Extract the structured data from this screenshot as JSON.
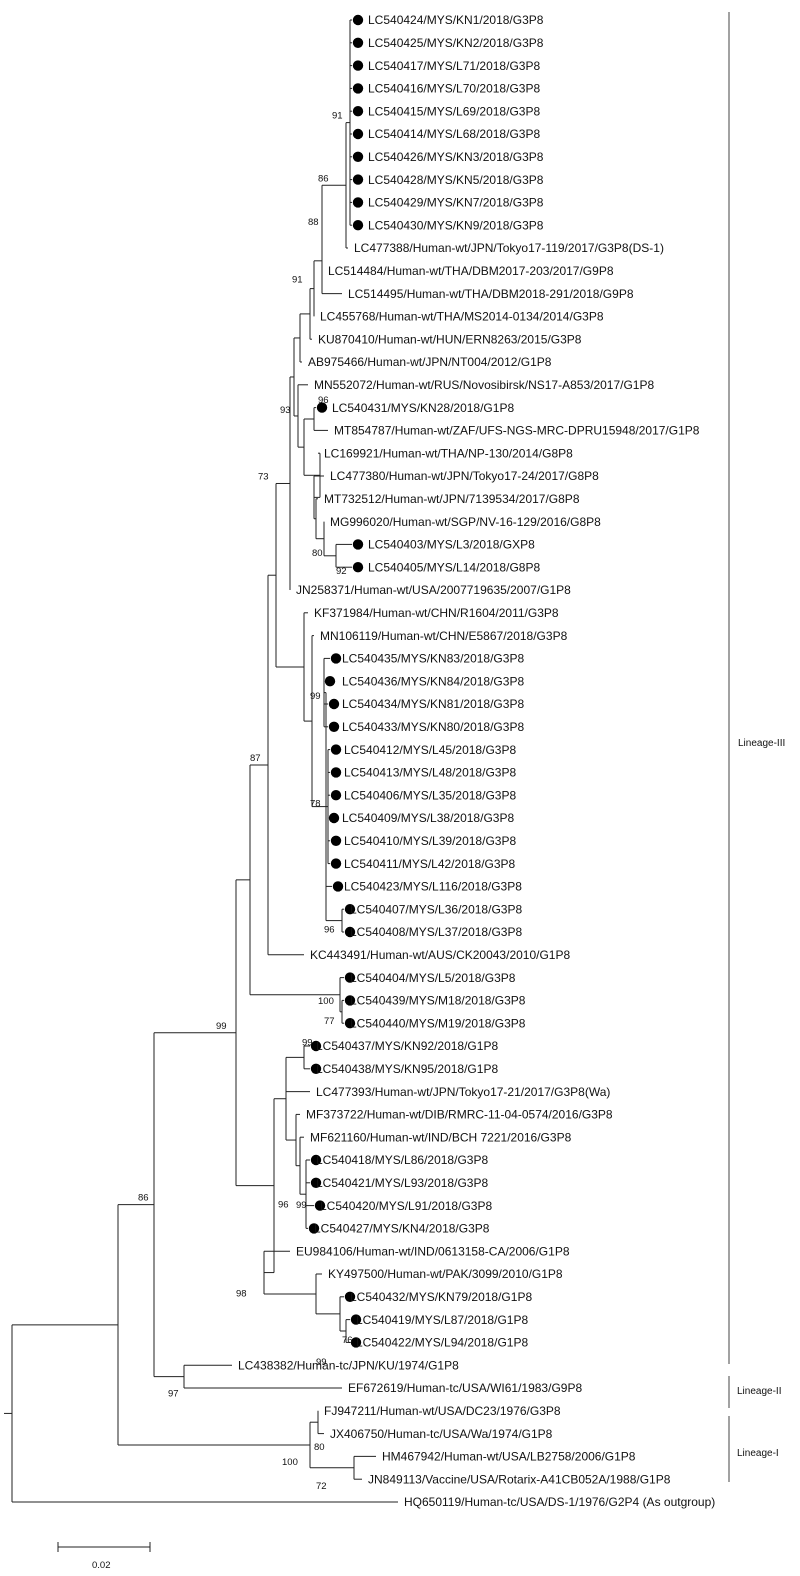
{
  "tree": {
    "leaves": [
      {
        "label": "LC540424/MYS/KN1/2018/G3P8",
        "study": true
      },
      {
        "label": "LC540425/MYS/KN2/2018/G3P8",
        "study": true
      },
      {
        "label": "LC540417/MYS/L71/2018/G3P8",
        "study": true
      },
      {
        "label": "LC540416/MYS/L70/2018/G3P8",
        "study": true
      },
      {
        "label": "LC540415/MYS/L69/2018/G3P8",
        "study": true
      },
      {
        "label": "LC540414/MYS/L68/2018/G3P8",
        "study": true
      },
      {
        "label": "LC540426/MYS/KN3/2018/G3P8",
        "study": true
      },
      {
        "label": "LC540428/MYS/KN5/2018/G3P8",
        "study": true
      },
      {
        "label": "LC540429/MYS/KN7/2018/G3P8",
        "study": true
      },
      {
        "label": "LC540430/MYS/KN9/2018/G3P8",
        "study": true
      },
      {
        "label": "LC477388/Human-wt/JPN/Tokyo17-119/2017/G3P8(DS-1)",
        "study": false
      },
      {
        "label": "LC514484/Human-wt/THA/DBM2017-203/2017/G9P8",
        "study": false
      },
      {
        "label": "LC514495/Human-wt/THA/DBM2018-291/2018/G9P8",
        "study": false
      },
      {
        "label": "LC455768/Human-wt/THA/MS2014-0134/2014/G3P8",
        "study": false
      },
      {
        "label": "KU870410/Human-wt/HUN/ERN8263/2015/G3P8",
        "study": false
      },
      {
        "label": "AB975466/Human-wt/JPN/NT004/2012/G1P8",
        "study": false
      },
      {
        "label": "MN552072/Human-wt/RUS/Novosibirsk/NS17-A853/2017/G1P8",
        "study": false
      },
      {
        "label": "LC540431/MYS/KN28/2018/G1P8",
        "study": true
      },
      {
        "label": "MT854787/Human-wt/ZAF/UFS-NGS-MRC-DPRU15948/2017/G1P8",
        "study": false
      },
      {
        "label": "LC169921/Human-wt/THA/NP-130/2014/G8P8",
        "study": false
      },
      {
        "label": "LC477380/Human-wt/JPN/Tokyo17-24/2017/G8P8",
        "study": false
      },
      {
        "label": "MT732512/Human-wt/JPN/7139534/2017/G8P8",
        "study": false
      },
      {
        "label": "MG996020/Human-wt/SGP/NV-16-129/2016/G8P8",
        "study": false
      },
      {
        "label": "LC540403/MYS/L3/2018/GXP8",
        "study": true
      },
      {
        "label": "LC540405/MYS/L14/2018/G8P8",
        "study": true
      },
      {
        "label": "JN258371/Human-wt/USA/2007719635/2007/G1P8",
        "study": false
      },
      {
        "label": "KF371984/Human-wt/CHN/R1604/2011/G3P8",
        "study": false
      },
      {
        "label": "MN106119/Human-wt/CHN/E5867/2018/G3P8",
        "study": false
      },
      {
        "label": "LC540435/MYS/KN83/2018/G3P8",
        "study": true
      },
      {
        "label": "LC540436/MYS/KN84/2018/G3P8",
        "study": true
      },
      {
        "label": "LC540434/MYS/KN81/2018/G3P8",
        "study": true
      },
      {
        "label": "LC540433/MYS/KN80/2018/G3P8",
        "study": true
      },
      {
        "label": "LC540412/MYS/L45/2018/G3P8",
        "study": true
      },
      {
        "label": "LC540413/MYS/L48/2018/G3P8",
        "study": true
      },
      {
        "label": "LC540406/MYS/L35/2018/G3P8",
        "study": true
      },
      {
        "label": "LC540409/MYS/L38/2018/G3P8",
        "study": true
      },
      {
        "label": "LC540410/MYS/L39/2018/G3P8",
        "study": true
      },
      {
        "label": "LC540411/MYS/L42/2018/G3P8",
        "study": true
      },
      {
        "label": "LC540423/MYS/L116/2018/G3P8",
        "study": true
      },
      {
        "label": "LC540407/MYS/L36/2018/G3P8",
        "study": true
      },
      {
        "label": "LC540408/MYS/L37/2018/G3P8",
        "study": true
      },
      {
        "label": "KC443491/Human-wt/AUS/CK20043/2010/G1P8",
        "study": false
      },
      {
        "label": "LC540404/MYS/L5/2018/G3P8",
        "study": true
      },
      {
        "label": "LC540439/MYS/M18/2018/G3P8",
        "study": true
      },
      {
        "label": "LC540440/MYS/M19/2018/G3P8",
        "study": true
      },
      {
        "label": "LC540437/MYS/KN92/2018/G1P8",
        "study": true
      },
      {
        "label": "LC540438/MYS/KN95/2018/G1P8",
        "study": true
      },
      {
        "label": "LC477393/Human-wt/JPN/Tokyo17-21/2017/G3P8(Wa)",
        "study": false
      },
      {
        "label": "MF373722/Human-wt/DIB/RMRC-11-04-0574/2016/G3P8",
        "study": false
      },
      {
        "label": "MF621160/Human-wt/IND/BCH 7221/2016/G3P8",
        "study": false
      },
      {
        "label": "LC540418/MYS/L86/2018/G3P8",
        "study": true
      },
      {
        "label": "LC540421/MYS/L93/2018/G3P8",
        "study": true
      },
      {
        "label": "LC540420/MYS/L91/2018/G3P8",
        "study": true
      },
      {
        "label": "LC540427/MYS/KN4/2018/G3P8",
        "study": true
      },
      {
        "label": "EU984106/Human-wt/IND/0613158-CA/2006/G1P8",
        "study": false
      },
      {
        "label": "KY497500/Human-wt/PAK/3099/2010/G1P8",
        "study": false
      },
      {
        "label": "LC540432/MYS/KN79/2018/G1P8",
        "study": true
      },
      {
        "label": "LC540419/MYS/L87/2018/G1P8",
        "study": true
      },
      {
        "label": "LC540422/MYS/L94/2018/G1P8",
        "study": true
      },
      {
        "label": "LC438382/Human-tc/JPN/KU/1974/G1P8",
        "study": false
      },
      {
        "label": "EF672619/Human-tc/USA/WI61/1983/G9P8",
        "study": false
      },
      {
        "label": "FJ947211/Human-wt/USA/DC23/1976/G3P8",
        "study": false
      },
      {
        "label": "JX406750/Human-tc/USA/Wa/1974/G1P8",
        "study": false
      },
      {
        "label": "HM467942/Human-wt/USA/LB2758/2006/G1P8",
        "study": false
      },
      {
        "label": "JN849113/Vaccine/USA/Rotarix-A41CB052A/1988/G1P8",
        "study": false
      },
      {
        "label": "HQ650119/Human-tc/USA/DS-1/1976/G2P4 (As outgroup)",
        "study": false
      }
    ],
    "bootstrap": [
      "91",
      "86",
      "88",
      "91",
      "96",
      "80",
      "92",
      "93",
      "73",
      "99",
      "78",
      "96",
      "87",
      "100",
      "77",
      "99",
      "96",
      "99",
      "99",
      "98",
      "99",
      "76",
      "86",
      "97",
      "80",
      "100",
      "72"
    ],
    "lineages": [
      "Lineage-III",
      "Lineage-II",
      "Lineage-I"
    ],
    "scale_bar": {
      "label": "0.02",
      "value": 0.02
    }
  }
}
